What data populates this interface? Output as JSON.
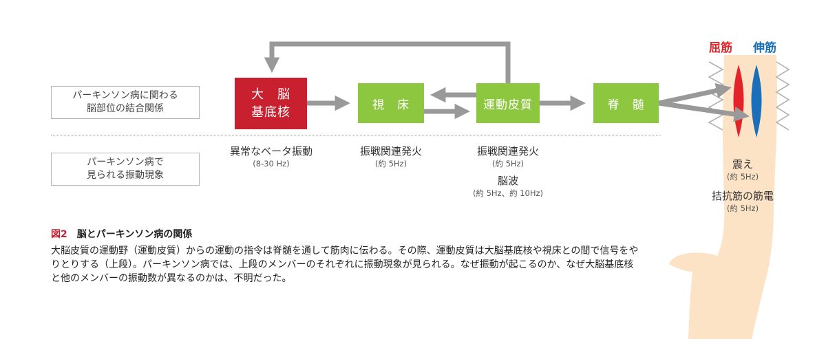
{
  "rows": {
    "connection_label": [
      "パーキンソン病に関わる",
      "脳部位の結合関係"
    ],
    "oscillation_label": [
      "パーキンソン病で",
      "見られる振動現象"
    ]
  },
  "nodes": {
    "basal_ganglia": [
      "大　脳",
      "基底核"
    ],
    "thalamus": "視　床",
    "motor_cortex": "運動皮質",
    "spinal_cord": "脊　髄"
  },
  "phenomena": {
    "basal_ganglia": {
      "main": "異常なベータ振動",
      "sub": "(8-30 Hz)"
    },
    "thalamus": {
      "main": "振戦関連発火",
      "sub": "(約 5Hz)"
    },
    "motor_cortex": {
      "main": "振戦関連発火",
      "sub": "(約 5Hz)",
      "main2": "脳波",
      "sub2": "(約 5Hz、約 10Hz)"
    }
  },
  "arm": {
    "flexor": "屈筋",
    "extensor": "伸筋",
    "tremor": "震え",
    "tremor_freq": "(約 5Hz)",
    "emg": "拮抗筋の筋電",
    "emg_freq": "(約 5Hz)"
  },
  "caption": {
    "figure_number": "図2",
    "title": "脳とパーキンソン病の関係",
    "body": "大脳皮質の運動野（運動皮質）からの運動の指令は脊髄を通して筋肉に伝わる。その際、運動皮質は大脳基底核や視床との間で信号をやりとりする（上段）。パーキンソン病では、上段のメンバーのそれぞれに振動現象が見られる。なぜ振動が起こるのか、なぜ大脳基底核と他のメンバーの振動数が異なるのかは、不明だった。"
  },
  "colors": {
    "red": "#c8202f",
    "green": "#8dc63f",
    "blue": "#1a6fb8",
    "arrow": "#999999",
    "skin": "#fde3c6"
  }
}
